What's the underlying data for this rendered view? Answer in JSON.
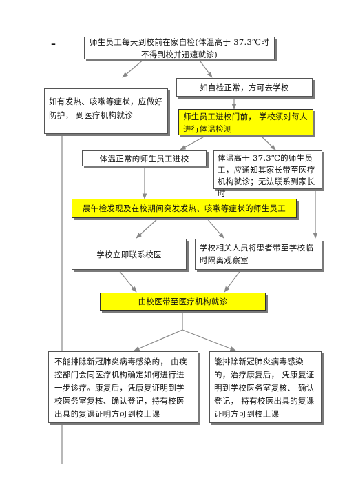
{
  "dash_mark": "–",
  "nodes": {
    "daily_check": "师生员工每天到校前在家自检(体温高于 37.3℃时不得到校并迅速就诊)",
    "has_symptoms": "如有发热、咳嗽等症状，应做好防护， 到医疗机构就诊",
    "self_check_ok": "如自检正常，方可去学校",
    "gate_check": "师生员工进校门前， 学校须对每人进行体温检测",
    "temp_normal": "体温正常的师生员工进校",
    "temp_high": "体温高于 37.3℃的师生员工，应通知其家长带至医疗机构就诊；无法联系到家长时",
    "morning_check": "晨午检发现及在校期间突发发热、咳嗽等症状的师生员工",
    "contact_doctor": "学校立即联系校医",
    "isolation": "学校相关人员将患者带至学校临时隔离观察室",
    "doctor_to_hospital": "由校医带至医疗机构就诊",
    "cannot_exclude": "不能排除新冠肺炎病毒感染的， 由疾控部门会同医疗机构确定如何进行进一步诊疗。康复后，凭康复证明到学校医务室复核、确认登记，持有校医出具的复课证明方可到校上课",
    "can_exclude": "能排除新冠肺炎病毒感染的，治疗康复后， 凭康复证明到学校医务室复核、 确认登记， 持有校医出具的复课证明方可到校上课"
  },
  "colors": {
    "highlight": "#ffff00",
    "line": "#888888",
    "border": "#555555"
  }
}
